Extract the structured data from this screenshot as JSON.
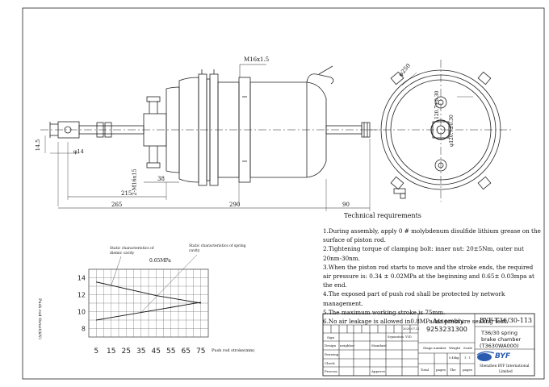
{
  "drawing": {
    "dimensions": {
      "thread": "M16x1.5",
      "dia_250": "φ250",
      "rod_dia": "φ14",
      "clearance": "14.5",
      "mount_thread": "2-M16x15",
      "dim_38": "38",
      "dim_215": "215",
      "dim_265": "265",
      "dim_290": "290",
      "dim_90": "90",
      "bolt_circle_a": "120.7±0.30",
      "bolt_circle_b": "φ120.7±0.30"
    }
  },
  "notes": {
    "title": "Technical requirements",
    "items": [
      "1.During assembly, apply 0 # molybdenum disulfide lithium grease on the surface of piston rod.",
      "2.Tightening torque of clamping bolt: inner nut: 20±5Nm, outer nut 20nm-30nm.",
      "3.When the piston rod starts to move and the stroke ends, the required air pressure is: 0.34 ± 0.02MPa at the beginning and 0.65± 0.03mpa at the end.",
      "4.The exposed part of push rod shall be protected by network management.",
      "5.The maximum working stroke is 75mm.",
      "6.No air leakage is allowed in0.8MPa air pressure sealing test."
    ]
  },
  "chart_data": {
    "type": "line",
    "x": [
      5,
      15,
      25,
      35,
      45,
      55,
      65,
      75
    ],
    "series": [
      {
        "name": "Static characteristics of diemic cavity",
        "y": [
          13.5,
          13.1,
          12.7,
          12.3,
          11.9,
          11.6,
          11.3,
          11.0
        ]
      },
      {
        "name": "Static characteristics of spring cavity",
        "y": [
          9.0,
          9.3,
          9.6,
          9.9,
          10.2,
          10.5,
          10.8,
          11.1
        ]
      }
    ],
    "annotation": "0.65MPa",
    "xlabel": "Push rod stroke(mm)",
    "ylabel": "Push rod thrust(kN)",
    "yticks": [
      8,
      10,
      12,
      14
    ],
    "xticks": [
      5,
      15,
      25,
      35,
      45,
      55,
      65,
      75
    ],
    "xlim": [
      0,
      80
    ],
    "ylim": [
      7,
      15
    ],
    "grid": true
  },
  "title_block": {
    "part_number": "BYF-T36/30-113",
    "name_line1": "Assembly",
    "name_line2": "9253231300",
    "desc_line1": "T36/30 spring",
    "desc_line2": "brake chamber",
    "desc_line3": "(T3630WA000)",
    "rows": [
      "Sign",
      "Design",
      "Drawing",
      "Check",
      "Process"
    ],
    "cols": [
      "neighbor",
      "Standard",
      "Separation",
      "YYD"
    ],
    "date": "2020.07.21",
    "stage": "Stage number",
    "weight": "Weight",
    "scale": "Scale",
    "scale_value": "1 : 1",
    "weight_value": "0.48kg",
    "total": "Total",
    "pages": "pages",
    "the": "The",
    "approve": "Approve",
    "logo": "BYF",
    "company_line1": "Shenzhen BYF International",
    "company_line2": "Limited"
  }
}
